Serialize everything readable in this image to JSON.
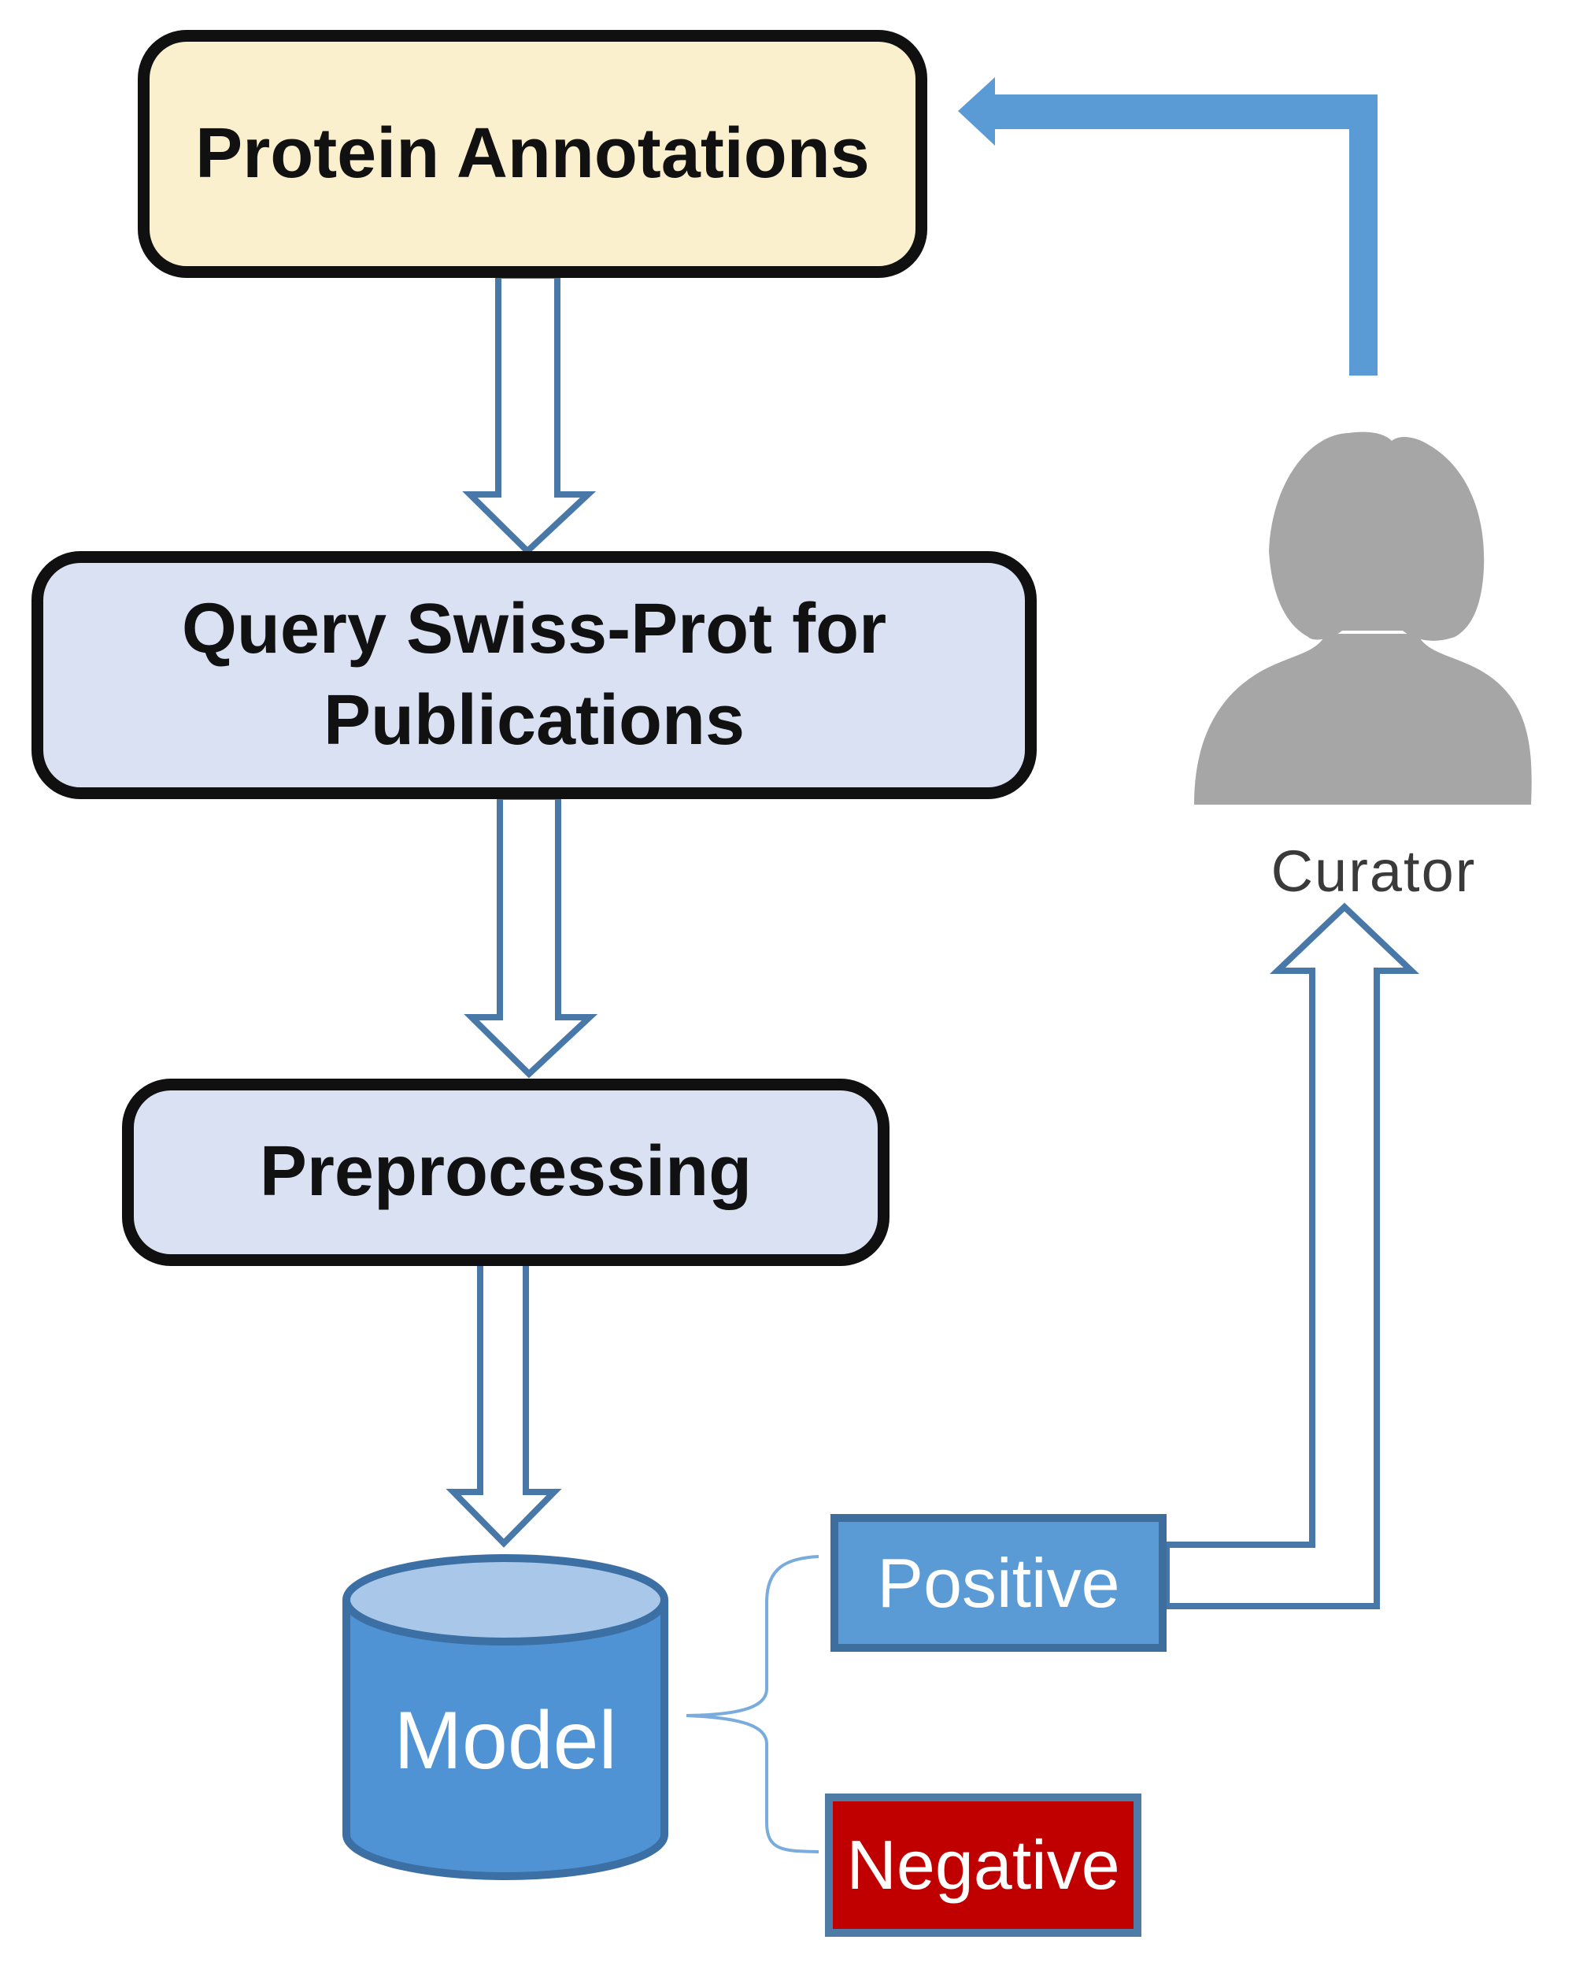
{
  "nodes": {
    "protein_annotations": {
      "label": "Protein Annotations",
      "fill": "#FBF0CE",
      "border": "#101010"
    },
    "query_swissprot": {
      "label": "Query Swiss-Prot for Publications",
      "lines": [
        "Query Swiss-Prot for",
        "Publications"
      ],
      "fill": "#D9E1F3",
      "border": "#101010"
    },
    "preprocessing": {
      "label": "Preprocessing",
      "fill": "#D9E1F3",
      "border": "#101010"
    },
    "model": {
      "label": "Model",
      "body_fill": "#4F93D4",
      "top_fill": "#A9C8E9",
      "border": "#3C6FA3"
    },
    "positive": {
      "label": "Positive",
      "fill": "#5B9BD5",
      "border": "#3D6E9E"
    },
    "negative": {
      "label": "Negative",
      "fill": "#C00000",
      "border": "#4F7CA6"
    },
    "curator": {
      "label": "Curator",
      "icon_color": "#A6A6A6",
      "text_color": "#3A3A3A"
    }
  },
  "connectors": {
    "outline_arrow_stroke": "#4778A8",
    "outline_arrow_fill": "#FFFFFF",
    "feedback_arrow_fill": "#5B9BD5",
    "brace_stroke": "#79ABDC"
  }
}
